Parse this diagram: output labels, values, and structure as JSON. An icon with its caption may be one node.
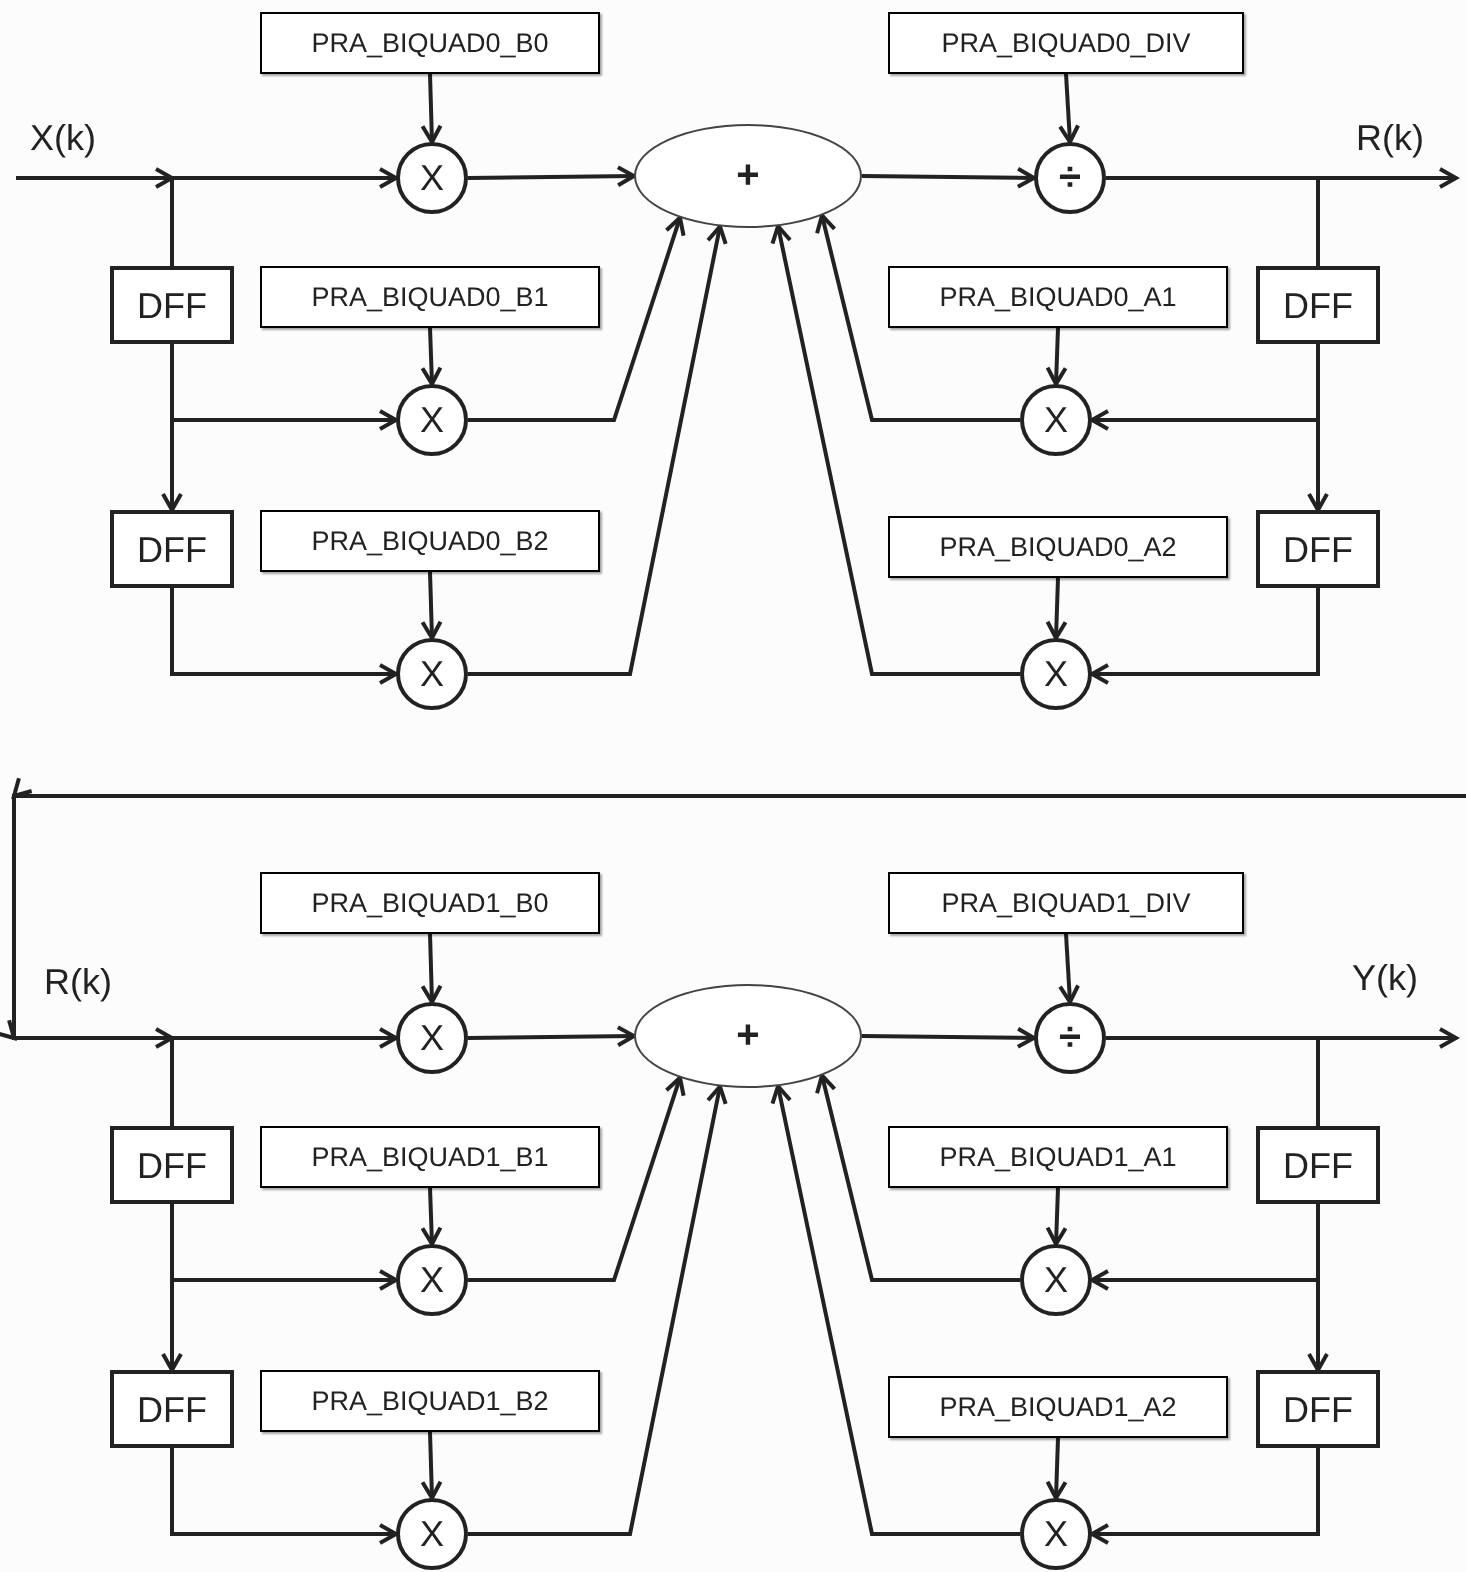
{
  "diagram": {
    "nodes": [
      {
        "text": [
          "PRA_BIQUAD0_B0"
        ]
      },
      {
        "text": [
          "PRA_BIQUAD0_DIV"
        ]
      },
      {
        "text": [
          "X"
        ]
      },
      {
        "text": [
          "+"
        ]
      },
      {
        "text": [
          "÷"
        ]
      },
      {
        "text": [
          "DFF"
        ]
      },
      {
        "text": [
          "PRA_BIQUAD0_B1"
        ]
      },
      {
        "text": [
          "PRA_BIQUAD0_A1"
        ]
      },
      {
        "text": [
          "DFF"
        ]
      },
      {
        "text": [
          "X"
        ]
      },
      {
        "text": [
          "X"
        ]
      },
      {
        "text": [
          "DFF"
        ]
      },
      {
        "text": [
          "PRA_BIQUAD0_B2"
        ]
      },
      {
        "text": [
          "PRA_BIQUAD0_A2"
        ]
      },
      {
        "text": [
          "DFF"
        ]
      },
      {
        "text": [
          "X"
        ]
      },
      {
        "text": [
          "X"
        ]
      },
      {
        "text": [
          "PRA_BIQUAD1_B0"
        ]
      },
      {
        "text": [
          "PRA_BIQUAD1_DIV"
        ]
      },
      {
        "text": [
          "X"
        ]
      },
      {
        "text": [
          "+"
        ]
      },
      {
        "text": [
          "÷"
        ]
      },
      {
        "text": [
          "DFF"
        ]
      },
      {
        "text": [
          "PRA_BIQUAD1_B1"
        ]
      },
      {
        "text": [
          "PRA_BIQUAD1_A1"
        ]
      },
      {
        "text": [
          "DFF"
        ]
      },
      {
        "text": [
          "X"
        ]
      },
      {
        "text": [
          "X"
        ]
      },
      {
        "text": [
          "DFF"
        ]
      },
      {
        "text": [
          "PRA_BIQUAD1_B2"
        ]
      },
      {
        "text": [
          "PRA_BIQUAD1_A2"
        ]
      },
      {
        "text": [
          "DFF"
        ]
      },
      {
        "text": [
          "X"
        ]
      },
      {
        "text": [
          "X"
        ]
      }
    ],
    "edges": [
      {
        "from": null,
        "to": 2,
        "arrow": "to"
      },
      {
        "from": null,
        "to": 5,
        "arrow": "none"
      },
      {
        "from": 5,
        "to": 9,
        "arrow": "to"
      },
      {
        "from": 5,
        "to": 11,
        "arrow": "to"
      },
      {
        "from": 11,
        "to": 15,
        "arrow": "to"
      },
      {
        "from": 0,
        "to": 2,
        "arrow": "to"
      },
      {
        "from": 6,
        "to": 9,
        "arrow": "to"
      },
      {
        "from": 12,
        "to": 15,
        "arrow": "to"
      },
      {
        "from": 2,
        "to": 3,
        "arrow": "to"
      },
      {
        "from": 9,
        "to": 3,
        "arrow": "to"
      },
      {
        "from": 15,
        "to": 3,
        "arrow": "to"
      },
      {
        "from": 3,
        "to": 4,
        "arrow": "to"
      },
      {
        "from": 1,
        "to": 4,
        "arrow": "to"
      },
      {
        "from": 4,
        "to": null,
        "arrow": "to"
      },
      {
        "from": 4,
        "to": 8,
        "arrow": "none"
      },
      {
        "from": 8,
        "to": 10,
        "arrow": "to"
      },
      {
        "from": 8,
        "to": 14,
        "arrow": "to"
      },
      {
        "from": 14,
        "to": 16,
        "arrow": "to"
      },
      {
        "from": 7,
        "to": 10,
        "arrow": "to"
      },
      {
        "from": 13,
        "to": 16,
        "arrow": "to"
      },
      {
        "from": 10,
        "to": 3,
        "arrow": "to"
      },
      {
        "from": 16,
        "to": 3,
        "arrow": "to"
      },
      {
        "from": null,
        "to": 19,
        "arrow": "to"
      },
      {
        "from": null,
        "to": 22,
        "arrow": "none"
      },
      {
        "from": 22,
        "to": 26,
        "arrow": "to"
      },
      {
        "from": 22,
        "to": 28,
        "arrow": "to"
      },
      {
        "from": 28,
        "to": 32,
        "arrow": "to"
      },
      {
        "from": 17,
        "to": 19,
        "arrow": "to"
      },
      {
        "from": 23,
        "to": 26,
        "arrow": "to"
      },
      {
        "from": 29,
        "to": 32,
        "arrow": "to"
      },
      {
        "from": 19,
        "to": 20,
        "arrow": "to"
      },
      {
        "from": 26,
        "to": 20,
        "arrow": "to"
      },
      {
        "from": 32,
        "to": 20,
        "arrow": "to"
      },
      {
        "from": 20,
        "to": 21,
        "arrow": "to"
      },
      {
        "from": 18,
        "to": 21,
        "arrow": "to"
      },
      {
        "from": 21,
        "to": null,
        "arrow": "to"
      },
      {
        "from": 21,
        "to": 25,
        "arrow": "none"
      },
      {
        "from": 25,
        "to": 27,
        "arrow": "to"
      },
      {
        "from": 25,
        "to": 31,
        "arrow": "to"
      },
      {
        "from": 31,
        "to": 33,
        "arrow": "to"
      },
      {
        "from": 24,
        "to": 27,
        "arrow": "to"
      },
      {
        "from": 30,
        "to": 33,
        "arrow": "to"
      },
      {
        "from": 27,
        "to": 20,
        "arrow": "to"
      },
      {
        "from": 33,
        "to": 20,
        "arrow": "to"
      }
    ],
    "labels": [
      "X(k)",
      "R(k)",
      "R(k)",
      "Y(k)"
    ]
  }
}
